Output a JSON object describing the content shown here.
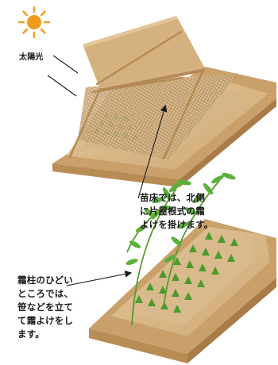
{
  "labels": {
    "sun": "太陽光",
    "annotation_a": [
      "苗床では、北側",
      "に片屋根式の霜",
      "よけを掛けます。"
    ],
    "annotation_b": [
      "霜柱のひどい",
      "ところでは、",
      "笹などを立て",
      "て霜よけをし",
      "ます。"
    ]
  },
  "colors": {
    "sun": "#f29a1d",
    "bed": "#d9b98a",
    "bed_side": "#c49a64",
    "panel": "#d4b17f",
    "pole": "#b58a4e",
    "seedling": "#4a9a2c",
    "bamboo_leaf": "#5bb03a"
  },
  "icons": {
    "sun": "sun-icon",
    "arrow": "arrow-icon"
  }
}
